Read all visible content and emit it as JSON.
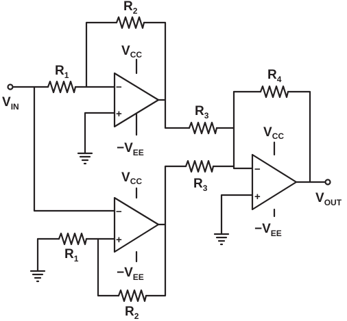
{
  "labels": {
    "r1": "R",
    "r1_sub": "1",
    "r2": "R",
    "r2_sub": "2",
    "r3": "R",
    "r3_sub": "3",
    "r4": "R",
    "r4_sub": "4",
    "vcc": "V",
    "vcc_sub": "CC",
    "vee": "−V",
    "vee_sub": "EE",
    "vin": "V",
    "vin_sub": "IN",
    "vout": "V",
    "vout_sub": "OUT",
    "minus": "−",
    "plus": "+"
  },
  "colors": {
    "ink": "#231f20",
    "background": "#ffffff"
  }
}
